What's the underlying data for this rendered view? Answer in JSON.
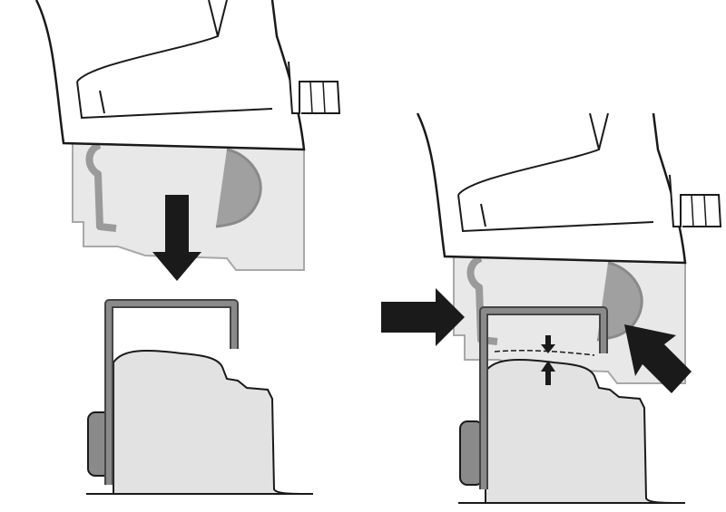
{
  "figure": {
    "panels": [
      {
        "step": "before",
        "arrows": [
          "down"
        ]
      },
      {
        "step": "after",
        "arrows": [
          "right",
          "diagonal-up-left",
          "gap-indicator"
        ]
      }
    ],
    "colors": {
      "outline": "#1a1a1a",
      "foot_fill": "#e8e8e8",
      "foot_stroke": "#a8a8a8",
      "bracket": "#8a8a8a",
      "rail_fill": "#e2e2e2",
      "arrow": "#1a1a1a",
      "hook": "#9a9a9a"
    }
  }
}
